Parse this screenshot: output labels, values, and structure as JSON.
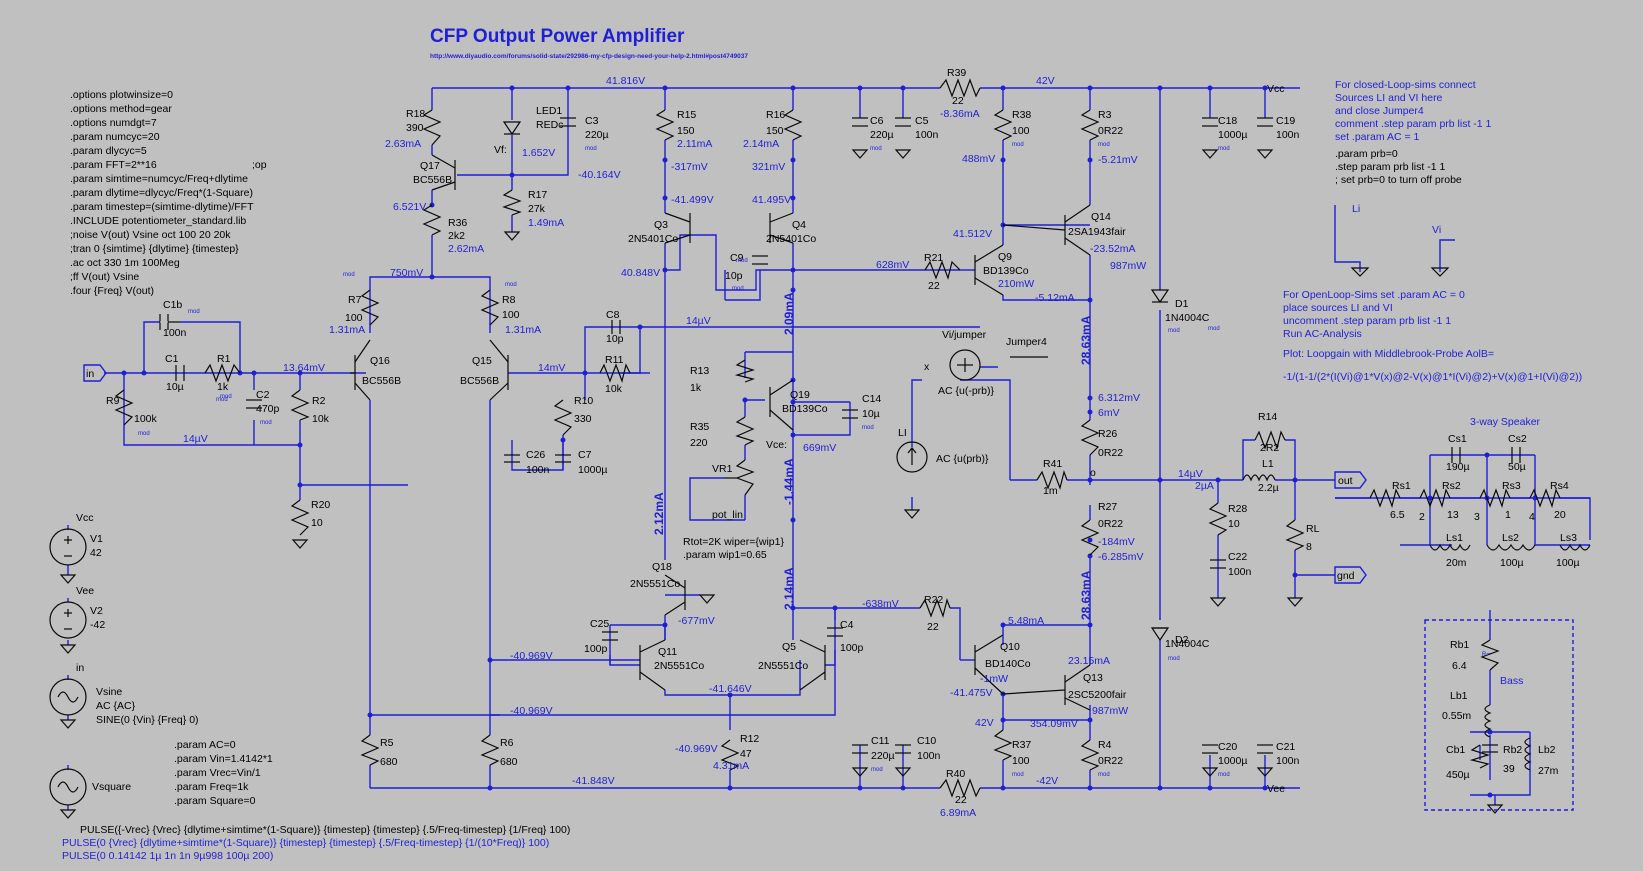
{
  "title": "CFP Output Power Amplifier",
  "url": "http://www.diyaudio.com/forums/solid-state/292986-my-cfp-design-need-your-help-2.html#post4749037",
  "mod_tag": "mod",
  "directives": [
    ".options plotwinsize=0",
    ".options method=gear",
    ".options numdgt=7",
    ".param numcyc=20",
    ".param dlycyc=5",
    ".param FFT=2**16",
    ".param simtime=numcyc/Freq+dlytime",
    ".param dlytime=dlycyc/Freq*(1-Square)",
    ".param timestep=(simtime-dlytime)/FFT",
    ".INCLUDE potentiometer_standard.lib",
    ";noise V(out) Vsine oct 100 20 20k",
    ";tran 0 {simtime} {dlytime} {timestep}",
    ".ac oct 330 1m 100Meg",
    ";ff V(out) Vsine",
    ".four {Freq} V(out)"
  ],
  "op_directive": ";op",
  "params_block": [
    ".param AC=0",
    ".param Vin=1.4142*1",
    ".param Vrec=Vin/1",
    ".param Freq=1k",
    ".param Square=0"
  ],
  "pulse_lines": [
    "PULSE({-Vrec} {Vrec} {dlytime+simtime*(1-Square)} {timestep} {timestep} {.5/Freq-timestep} {1/Freq} 100)",
    "PULSE(0 {Vrec} {dlytime+simtime*(1-Square)} {timestep} {timestep} {.5/Freq-timestep} {1/(10*Freq)} 100)",
    "PULSE(0 0.14142 1µ 1n 1n 9µ998 100µ 200)"
  ],
  "notes_closed": [
    "For closed-Loop-sims connect",
    "Sources LI and VI here",
    "and close Jumper4",
    "comment .step param prb list -1 1",
    "set .param AC = 1"
  ],
  "notes_probe": [
    ".param prb=0",
    ".step param prb list -1 1",
    "; set prb=0 to turn off probe"
  ],
  "notes_open": [
    "For OpenLoop-Sims set .param AC = 0",
    "place sources LI and VI",
    "uncomment .step param prb list -1 1",
    "Run AC-Analysis"
  ],
  "plot_note": "Plot: Loopgain with Middlebrook-Probe AolB=",
  "plot_expr": "-1/(1-1/(2*(I(Vi)@1*V(x)@2-V(x)@1*I(Vi)@2)+V(x)@1+I(Vi)@2))",
  "flags": {
    "li": "Li",
    "vi": "Vi",
    "vcc": "Vcc",
    "vee": "Vee",
    "in": "in",
    "out": "out",
    "gnd": "gnd",
    "x": "x",
    "o": "o",
    "vf": "Vf:",
    "vce": "Vce:"
  },
  "rails": {
    "top": "41.816V",
    "vcc_side": "42V",
    "vee_side": "-42V",
    "bottom": "-41.848V"
  },
  "components": [
    {
      "id": "r18",
      "name": "R18",
      "value": "390",
      "anno": "2.63mA"
    },
    {
      "id": "q17",
      "name": "Q17",
      "value": "BC556B",
      "anno": ""
    },
    {
      "id": "r36",
      "name": "R36",
      "value": "2k2",
      "anno": "2.62mA"
    },
    {
      "id": "led1",
      "name": "LED1",
      "value": "REDc",
      "anno": "1.652V"
    },
    {
      "id": "c3",
      "name": "C3",
      "value": "220µ",
      "anno": ""
    },
    {
      "id": "r17",
      "name": "R17",
      "value": "27k",
      "anno": "1.49mA"
    },
    {
      "id": "r15",
      "name": "R15",
      "value": "150",
      "anno": "2.11mA"
    },
    {
      "id": "r16",
      "name": "R16",
      "value": "150",
      "anno": "2.14mA"
    },
    {
      "id": "c6",
      "name": "C6",
      "value": "220µ",
      "anno": ""
    },
    {
      "id": "c5",
      "name": "C5",
      "value": "100n",
      "anno": ""
    },
    {
      "id": "r39",
      "name": "R39",
      "value": "22",
      "anno": "-8.36mA"
    },
    {
      "id": "r38",
      "name": "R38",
      "value": "100",
      "anno": ""
    },
    {
      "id": "r3",
      "name": "R3",
      "value": "0R22",
      "anno": ""
    },
    {
      "id": "c18",
      "name": "C18",
      "value": "1000µ",
      "anno": ""
    },
    {
      "id": "c19",
      "name": "C19",
      "value": "100n",
      "anno": ""
    },
    {
      "id": "q3",
      "name": "Q3",
      "value": "2N5401Co",
      "anno": ""
    },
    {
      "id": "q4",
      "name": "Q4",
      "value": "2N5401Co",
      "anno": ""
    },
    {
      "id": "c9",
      "name": "C9",
      "value": "10p",
      "anno": ""
    },
    {
      "id": "r21",
      "name": "R21",
      "value": "22",
      "anno": ""
    },
    {
      "id": "q9",
      "name": "Q9",
      "value": "BD139Co",
      "anno": "210mW"
    },
    {
      "id": "q14",
      "name": "Q14",
      "value": "2SA1943fair",
      "anno": "-23.52mA"
    },
    {
      "id": "r7",
      "name": "R7",
      "value": "100",
      "anno": "1.31mA"
    },
    {
      "id": "r8",
      "name": "R8",
      "value": "100",
      "anno": "1.31mA"
    },
    {
      "id": "c1b",
      "name": "C1b",
      "value": "100n",
      "anno": ""
    },
    {
      "id": "c8",
      "name": "C8",
      "value": "10p",
      "anno": ""
    },
    {
      "id": "c1",
      "name": "C1",
      "value": "10µ",
      "anno": ""
    },
    {
      "id": "r1",
      "name": "R1",
      "value": "1k",
      "anno": ""
    },
    {
      "id": "r9",
      "name": "R9",
      "value": "100k",
      "anno": ""
    },
    {
      "id": "c2",
      "name": "C2",
      "value": "470p",
      "anno": ""
    },
    {
      "id": "r2",
      "name": "R2",
      "value": "10k",
      "anno": ""
    },
    {
      "id": "q16",
      "name": "Q16",
      "value": "BC556B",
      "anno": ""
    },
    {
      "id": "q15",
      "name": "Q15",
      "value": "BC556B",
      "anno": ""
    },
    {
      "id": "r11",
      "name": "R11",
      "value": "10k",
      "anno": ""
    },
    {
      "id": "r10",
      "name": "R10",
      "value": "330",
      "anno": ""
    },
    {
      "id": "c26",
      "name": "C26",
      "value": "100n",
      "anno": ""
    },
    {
      "id": "c7",
      "name": "C7",
      "value": "1000µ",
      "anno": ""
    },
    {
      "id": "r20",
      "name": "R20",
      "value": "10",
      "anno": ""
    },
    {
      "id": "r13",
      "name": "R13",
      "value": "1k",
      "anno": ""
    },
    {
      "id": "q19",
      "name": "Q19",
      "value": "BD139Co",
      "anno": ""
    },
    {
      "id": "c14",
      "name": "C14",
      "value": "10µ",
      "anno": ""
    },
    {
      "id": "r35",
      "name": "R35",
      "value": "220",
      "anno": ""
    },
    {
      "id": "vr1",
      "name": "VR1",
      "value": "pot_lin",
      "anno": ""
    },
    {
      "id": "vijumper",
      "name": "Vi/jumper",
      "value": "AC {u(-prb)}",
      "anno": ""
    },
    {
      "id": "jumper4",
      "name": "Jumper4",
      "value": "",
      "anno": ""
    },
    {
      "id": "li",
      "name": "LI",
      "value": "AC {u(prb)}",
      "anno": ""
    },
    {
      "id": "r41",
      "name": "R41",
      "value": "1m",
      "anno": ""
    },
    {
      "id": "r26",
      "name": "R26",
      "value": "0R22",
      "anno": ""
    },
    {
      "id": "r27",
      "name": "R27",
      "value": "0R22",
      "anno": ""
    },
    {
      "id": "d1",
      "name": "D1",
      "value": "1N4004C",
      "anno": ""
    },
    {
      "id": "d2",
      "name": "D2",
      "value": "1N4004C",
      "anno": ""
    },
    {
      "id": "r14",
      "name": "R14",
      "value": "2R2",
      "anno": ""
    },
    {
      "id": "l1",
      "name": "L1",
      "value": "2.2µ",
      "anno": ""
    },
    {
      "id": "r28",
      "name": "R28",
      "value": "10",
      "anno": "2µA"
    },
    {
      "id": "c22",
      "name": "C22",
      "value": "100n",
      "anno": ""
    },
    {
      "id": "rl",
      "name": "RL",
      "value": "8",
      "anno": ""
    },
    {
      "id": "q18",
      "name": "Q18",
      "value": "2N5551Co",
      "anno": ""
    },
    {
      "id": "c25",
      "name": "C25",
      "value": "100p",
      "anno": ""
    },
    {
      "id": "q11",
      "name": "Q11",
      "value": "2N5551Co",
      "anno": ""
    },
    {
      "id": "q5",
      "name": "Q5",
      "value": "2N5551Co",
      "anno": ""
    },
    {
      "id": "c4",
      "name": "C4",
      "value": "100p",
      "anno": ""
    },
    {
      "id": "r22",
      "name": "R22",
      "value": "22",
      "anno": ""
    },
    {
      "id": "q10",
      "name": "Q10",
      "value": "BD140Co",
      "anno": "-1mW"
    },
    {
      "id": "q13",
      "name": "Q13",
      "value": "2SC5200fair",
      "anno": "23.15mA"
    },
    {
      "id": "r5",
      "name": "R5",
      "value": "680",
      "anno": ""
    },
    {
      "id": "r6",
      "name": "R6",
      "value": "680",
      "anno": ""
    },
    {
      "id": "r12",
      "name": "R12",
      "value": "47",
      "anno": "4.31mA"
    },
    {
      "id": "c11",
      "name": "C11",
      "value": "220µ",
      "anno": ""
    },
    {
      "id": "c10",
      "name": "C10",
      "value": "100n",
      "anno": ""
    },
    {
      "id": "r40",
      "name": "R40",
      "value": "22",
      "anno": "6.89mA"
    },
    {
      "id": "r37",
      "name": "R37",
      "value": "100",
      "anno": ""
    },
    {
      "id": "r4",
      "name": "R4",
      "value": "0R22",
      "anno": ""
    },
    {
      "id": "c20",
      "name": "C20",
      "value": "1000µ",
      "anno": ""
    },
    {
      "id": "c21",
      "name": "C21",
      "value": "100n",
      "anno": ""
    },
    {
      "id": "v1",
      "name": "V1",
      "value": "42",
      "anno": ""
    },
    {
      "id": "v2",
      "name": "V2",
      "value": "-42",
      "anno": ""
    },
    {
      "id": "vsine",
      "name": "Vsine",
      "value": "AC {AC}",
      "anno": "SINE(0 {Vin} {Freq} 0)"
    },
    {
      "id": "vsquare",
      "name": "Vsquare",
      "value": "",
      "anno": ""
    },
    {
      "id": "rs1",
      "name": "Rs1",
      "value": "6.5",
      "anno": ""
    },
    {
      "id": "rs2",
      "name": "Rs2",
      "value": "13",
      "anno": ""
    },
    {
      "id": "rs3",
      "name": "Rs3",
      "value": "1",
      "anno": ""
    },
    {
      "id": "rs4",
      "name": "Rs4",
      "value": "20",
      "anno": ""
    },
    {
      "id": "cs1",
      "name": "Cs1",
      "value": "190µ",
      "anno": ""
    },
    {
      "id": "cs2",
      "name": "Cs2",
      "value": "50µ",
      "anno": ""
    },
    {
      "id": "ls1",
      "name": "Ls1",
      "value": "20m",
      "anno": ""
    },
    {
      "id": "ls2",
      "name": "Ls2",
      "value": "100µ",
      "anno": ""
    },
    {
      "id": "ls3",
      "name": "Ls3",
      "value": "100µ",
      "anno": ""
    },
    {
      "id": "rb1",
      "name": "Rb1",
      "value": "6.4",
      "anno": ""
    },
    {
      "id": "lb1",
      "name": "Lb1",
      "value": "0.55m",
      "anno": ""
    },
    {
      "id": "cb1",
      "name": "Cb1",
      "value": "450µ",
      "anno": ""
    },
    {
      "id": "rb2",
      "name": "Rb2",
      "value": "39",
      "anno": ""
    },
    {
      "id": "lb2",
      "name": "Lb2",
      "value": "27m",
      "anno": ""
    }
  ],
  "speaker": {
    "title": "3-way Speaker",
    "bass": "Bass",
    "nodes": [
      "2",
      "3",
      "4"
    ],
    "rb1_tag": "R="
  },
  "pot": {
    "line1": "Rtot=2K wiper={wip1}",
    "line2": ".param wip1=0.65"
  },
  "voltages": [
    {
      "id": "v_m40164",
      "t": "-40.164V"
    },
    {
      "id": "v_m317",
      "t": "-317mV"
    },
    {
      "id": "v_321",
      "t": "321mV"
    },
    {
      "id": "v_m41499",
      "t": "-41.499V"
    },
    {
      "id": "v_41495",
      "t": "41.495V"
    },
    {
      "id": "v_488",
      "t": "488mV"
    },
    {
      "id": "v_m521",
      "t": "-5.21mV"
    },
    {
      "id": "v_6521",
      "t": "6.521V"
    },
    {
      "id": "v_41512",
      "t": "41.512V"
    },
    {
      "id": "v_40848",
      "t": "40.848V"
    },
    {
      "id": "v_628",
      "t": "628mV"
    },
    {
      "id": "v_987a",
      "t": "987mW"
    },
    {
      "id": "v_m512",
      "t": "-5.12mA"
    },
    {
      "id": "v_750",
      "t": "750mV"
    },
    {
      "id": "v_14u_a",
      "t": "14µV"
    },
    {
      "id": "v_1364",
      "t": "13.64mV"
    },
    {
      "id": "v_14m",
      "t": "14mV"
    },
    {
      "id": "v_14u_b",
      "t": "14µV"
    },
    {
      "id": "v_6312",
      "t": "6.312mV"
    },
    {
      "id": "v_6",
      "t": "6mV"
    },
    {
      "id": "v_669",
      "t": "669mV"
    },
    {
      "id": "v_14u_c",
      "t": "14µV"
    },
    {
      "id": "v_184",
      "t": "-184mV"
    },
    {
      "id": "v_m6285",
      "t": "-6.285mV"
    },
    {
      "id": "v_m677",
      "t": "-677mV"
    },
    {
      "id": "v_m40969a",
      "t": "-40.969V"
    },
    {
      "id": "v_m41646",
      "t": "-41.646V"
    },
    {
      "id": "v_m40969b",
      "t": "-40.969V"
    },
    {
      "id": "v_m638",
      "t": "-638mV"
    },
    {
      "id": "v_548",
      "t": "5.48mA"
    },
    {
      "id": "v_m41475",
      "t": "-41.475V"
    },
    {
      "id": "v_42",
      "t": "42V"
    },
    {
      "id": "v_35409",
      "t": "354.09mV"
    },
    {
      "id": "v_987b",
      "t": "987mW"
    },
    {
      "id": "v_m40969c",
      "t": "-40.969V"
    }
  ],
  "vertical_currents": [
    {
      "id": "i209",
      "t": "2.09mA"
    },
    {
      "id": "i2863a",
      "t": "28.63mA"
    },
    {
      "id": "i212",
      "t": "2.12mA"
    },
    {
      "id": "i144",
      "t": "-1.44mA"
    },
    {
      "id": "i214",
      "t": "2.14mA"
    },
    {
      "id": "i2863b",
      "t": "28.63mA"
    }
  ]
}
